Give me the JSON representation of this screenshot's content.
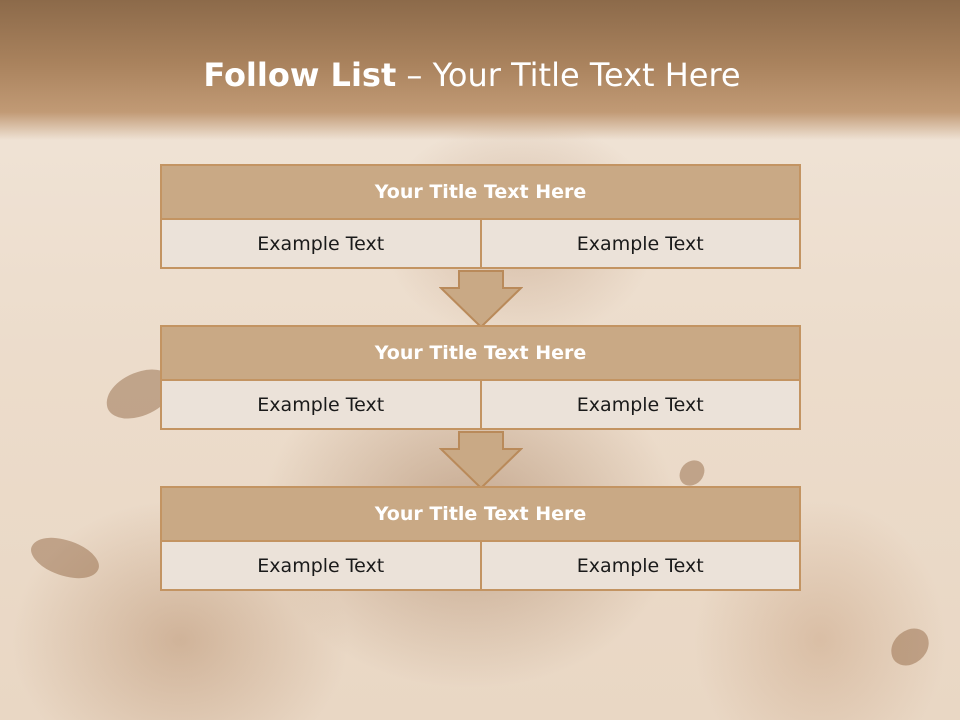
{
  "slide": {
    "title_bold": "Follow List",
    "title_separator": " – ",
    "title_rest": "Your Title Text Here"
  },
  "steps": [
    {
      "title": "Your Title Text Here",
      "left": "Example Text",
      "right": "Example Text"
    },
    {
      "title": "Your Title Text Here",
      "left": "Example Text",
      "right": "Example Text"
    },
    {
      "title": "Your Title Text Here",
      "left": "Example Text",
      "right": "Example Text"
    }
  ],
  "colors": {
    "header": "#a9825d",
    "box_fill": "#c9a985",
    "box_border": "#c39462",
    "cell_fill": "#ebe2d9",
    "arrow_fill": "#c9a985"
  },
  "icons": [
    "down-arrow-icon"
  ]
}
